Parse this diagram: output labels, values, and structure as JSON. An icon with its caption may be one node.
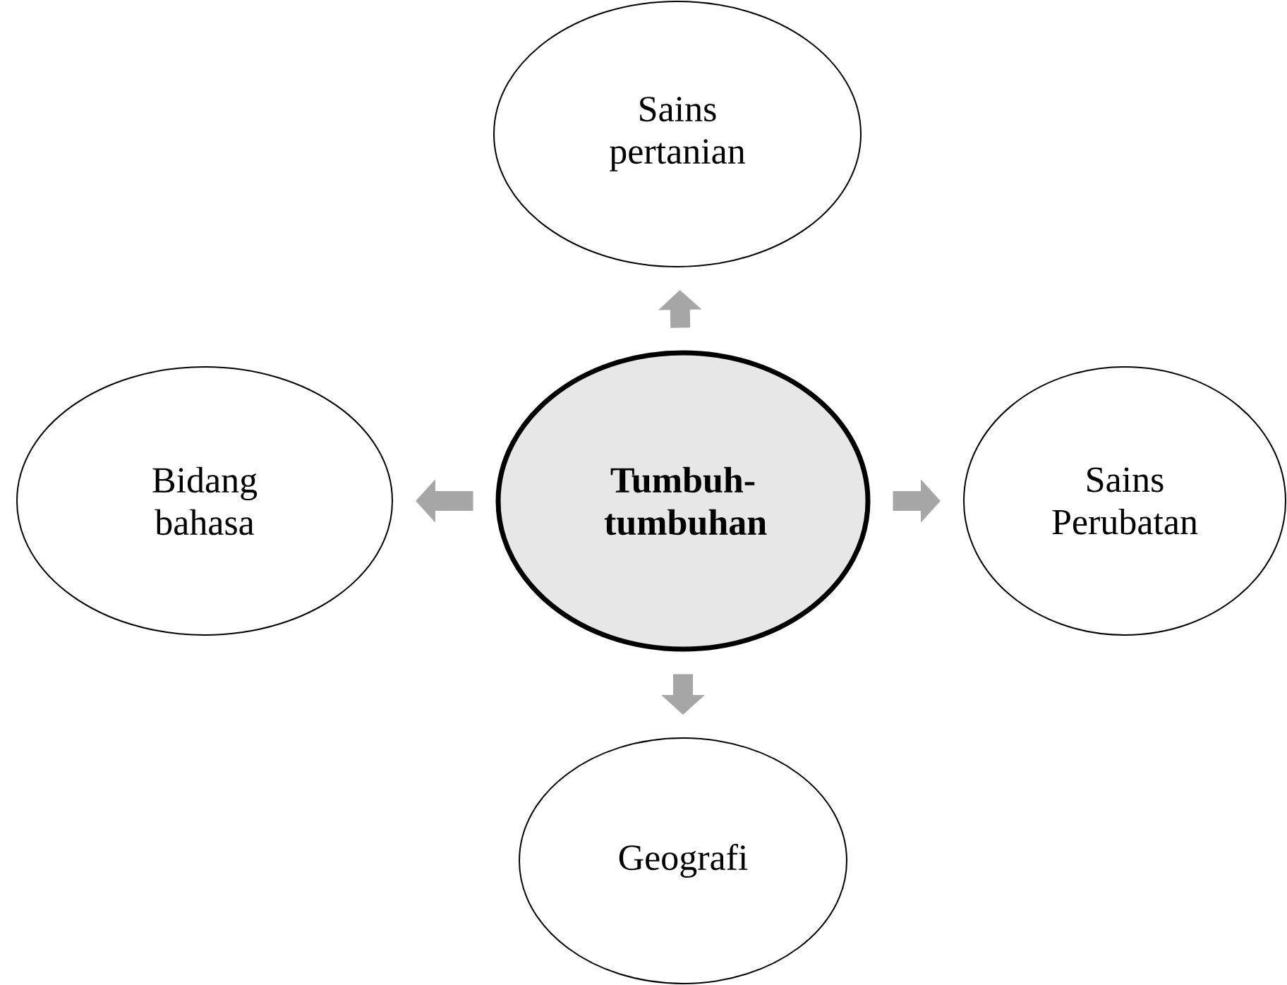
{
  "diagram": {
    "nodes": [
      {
        "text": [
          "Sains pertanian"
        ]
      },
      {
        "text": [
          "Bidang bahasa"
        ]
      },
      {
        "text": [
          "Tumbuh-tumbuhan"
        ]
      },
      {
        "text": [
          "Sains Perubatan"
        ]
      },
      {
        "text": [
          "Geografi"
        ]
      }
    ],
    "edges": [
      {
        "from": 2,
        "to": 0,
        "arrow": "to"
      },
      {
        "from": 2,
        "to": 1,
        "arrow": "to"
      },
      {
        "from": 2,
        "to": 3,
        "arrow": "to"
      },
      {
        "from": 2,
        "to": 4,
        "arrow": "to"
      }
    ]
  }
}
